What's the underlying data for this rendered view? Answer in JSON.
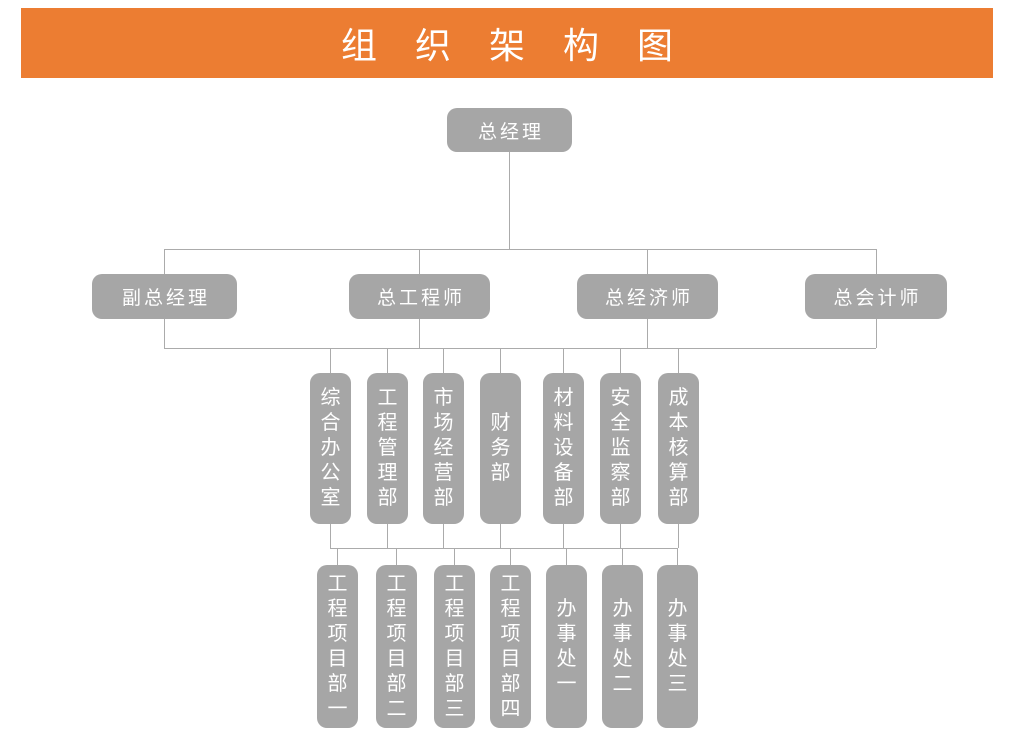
{
  "title": "组 织 架 构 图",
  "colors": {
    "banner_orange": "#EC7D32",
    "node_gray": "#A6A6A6",
    "connector_gray": "#ABABAB",
    "node_text": "#FFFFFF"
  },
  "org": {
    "level1": {
      "label": "总经理"
    },
    "level2": [
      {
        "label": "副总经理"
      },
      {
        "label": "总工程师"
      },
      {
        "label": "总经济师"
      },
      {
        "label": "总会计师"
      }
    ],
    "level3": [
      {
        "label": "综合办公室"
      },
      {
        "label": "工程管理部"
      },
      {
        "label": "市场经营部"
      },
      {
        "label": "财务部"
      },
      {
        "label": "材料设备部"
      },
      {
        "label": "安全监察部"
      },
      {
        "label": "成本核算部"
      }
    ],
    "level4": [
      {
        "label": "工程项目部一"
      },
      {
        "label": "工程项目部二"
      },
      {
        "label": "工程项目部三"
      },
      {
        "label": "工程项目部四"
      },
      {
        "label": "办事处一"
      },
      {
        "label": "办事处二"
      },
      {
        "label": "办事处三"
      }
    ]
  }
}
